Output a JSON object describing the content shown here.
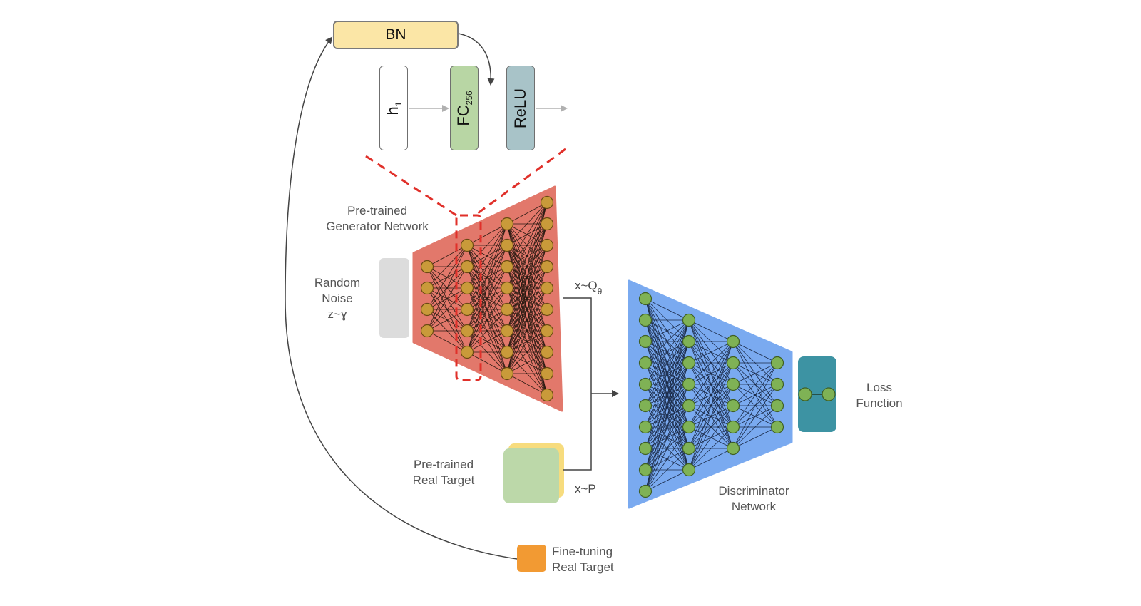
{
  "blocks": {
    "bn": "BN",
    "h": "h",
    "h_sub": "1",
    "fc": "FC",
    "fc_sub": "256",
    "relu": "ReLU"
  },
  "labels": {
    "generator": [
      "Pre-trained",
      "Generator Network"
    ],
    "noise": [
      "Random",
      "Noise",
      "z~ɣ"
    ],
    "x_q": "x~Q",
    "x_q_sub": "θ",
    "x_p": "x~P",
    "real_target": [
      "Pre-trained",
      "Real Target"
    ],
    "discriminator": [
      "Discriminator",
      "Network"
    ],
    "loss": [
      "Loss",
      "Function"
    ],
    "finetune": [
      "Fine-tuning",
      "Real Target"
    ]
  },
  "colors": {
    "generator": "#e2786b",
    "discriminator": "#7aaaf0",
    "node_generator": "#c99a3a",
    "node_discriminator": "#7fb255",
    "loss_box": "#3d93a3",
    "noise_box": "#dcdcdc",
    "real_target_front": "#bcd8a9",
    "real_target_back": "#f7dc7e",
    "finetune_box": "#f29a33",
    "bn_box": "#fbe6a6",
    "fc_box": "#b8d6a4",
    "relu_box": "#a8c3c8",
    "highlight": "#e0302a"
  },
  "icons": [
    "arrow-icon"
  ]
}
